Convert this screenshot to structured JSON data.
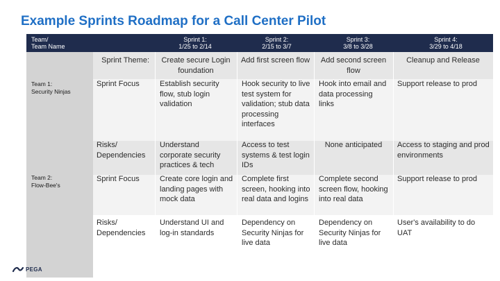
{
  "title": "Example Sprints Roadmap for a Call Center Pilot",
  "header": {
    "team_label": "Team/\nTeam Name",
    "sprints": [
      {
        "name": "Sprint 1:",
        "dates": "1/25 to 2/14"
      },
      {
        "name": "Sprint 2:",
        "dates": "2/15 to 3/7"
      },
      {
        "name": "Sprint 3:",
        "dates": "3/8 to 3/28"
      },
      {
        "name": "Sprint 4:",
        "dates": "3/29 to 4/18"
      }
    ]
  },
  "theme_row": {
    "label": "Sprint Theme:",
    "cells": [
      "Create secure Login foundation",
      "Add first screen flow",
      "Add second screen flow",
      "Cleanup and Release"
    ]
  },
  "teams": [
    {
      "name": "Team 1:\nSecurity Ninjas",
      "focus_label": "Sprint Focus",
      "focus": [
        "Establish security flow, stub login validation",
        "Hook security to live test system for validation; stub data processing interfaces",
        "Hook into email and data processing links",
        "Support release to prod"
      ],
      "risk_label": "Risks/ Dependencies",
      "risks": [
        "Understand corporate security practices & tech",
        "Access to test systems & test login IDs",
        "None anticipated",
        "Access to staging and prod environments"
      ]
    },
    {
      "name": "Team 2:\nFlow-Bee's",
      "focus_label": "Sprint Focus",
      "focus": [
        "Create core login and landing pages with mock data",
        "Complete first screen, hooking into real data and logins",
        "Complete second screen flow, hooking into real data",
        "Support release to prod"
      ],
      "risk_label": "Risks/ Dependencies",
      "risks": [
        "Understand UI and log-in standards",
        "Dependency on Security Ninjas for live data",
        "Dependency on Security Ninjas for live data",
        "User's availability to do UAT"
      ]
    }
  ],
  "logo": {
    "icon": "pega-wave-icon",
    "text": "PEGA"
  },
  "colors": {
    "title": "#1f6fc5",
    "header_bg": "#1f2c4d",
    "team_col": "#d3d3d3",
    "band_gray": "#e6e6e6",
    "band_light": "#f3f3f3"
  }
}
